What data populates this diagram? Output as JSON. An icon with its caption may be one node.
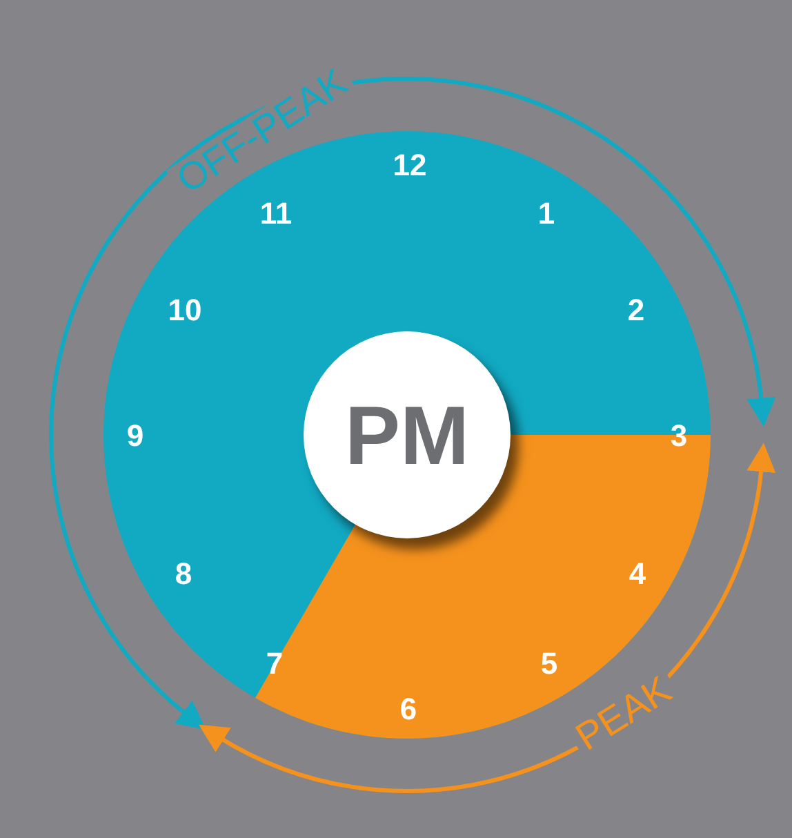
{
  "diagram": {
    "nodes": [
      {
        "text": [
          "PM"
        ]
      }
    ],
    "labels": [
      "OFF-PEAK",
      "12",
      "11",
      "1",
      "10",
      "2",
      "9",
      "3",
      "8",
      "4",
      "7",
      "5",
      "6",
      "PEAK"
    ]
  }
}
